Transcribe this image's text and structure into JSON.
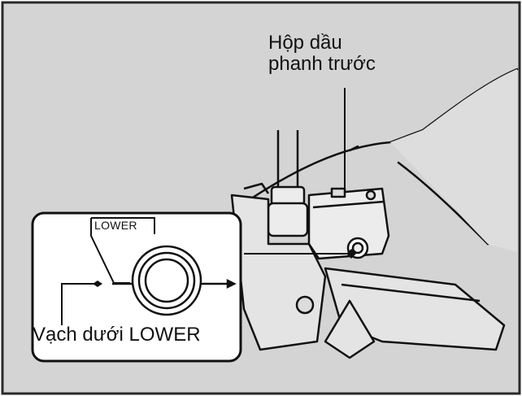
{
  "diagram": {
    "labels": {
      "reservoir_line1": "Hộp dầu",
      "reservoir_line2": "phanh trước",
      "lower_mark": "LOWER",
      "lower_line_callout": "Vạch dưới LOWER"
    },
    "colors": {
      "background": "#d4d4d4",
      "frame": "#2a2a2a",
      "inset_background": "#ffffff",
      "line": "#111111",
      "part_fill": "#ececec"
    }
  }
}
